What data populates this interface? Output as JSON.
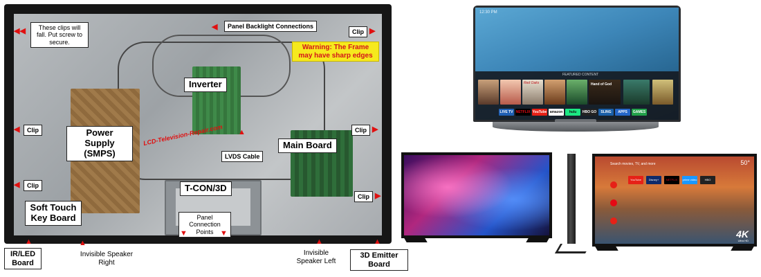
{
  "tv_back": {
    "labels": {
      "clips_fall": "These clips will fall. Put screw to secure.",
      "panel_backlight": "Panel Backlight Connections",
      "clip": "Clip",
      "warning": "Warning: The Frame may have sharp edges",
      "inverter": "Inverter",
      "power_supply": "Power Supply (SMPS)",
      "watermark": "LCD-Television-Repair.com",
      "lvds": "LVDS Cable",
      "main_board": "Main Board",
      "tcon": "T-CON/3D",
      "panel_points": "Panel Connection Points",
      "soft_touch": "Soft Touch Key Board",
      "ir_led": "IR/LED Board",
      "speaker_right": "Invisible Speaker Right",
      "speaker_left": "Invisible Speaker Left",
      "emitter": "3D Emitter Board"
    },
    "colors": {
      "arrow": "#e01010",
      "warning_bg": "#f6e91e",
      "warning_text": "#d4141a"
    }
  },
  "curved_tv": {
    "time": "12:30 PM",
    "caption": "FEATURED CONTENT",
    "thumbnails": [
      "Red Oaks",
      "Hand of God"
    ],
    "apps": [
      "LIVE TV",
      "NETFLIX",
      "YouTube",
      "amazon",
      "hulu",
      "HBO GO",
      "SLING",
      "APPS",
      "GAMES"
    ]
  },
  "android_tv": {
    "search_hint": "Search movies, TV, and more",
    "temperature": "50°",
    "apps": [
      "YouTube",
      "Disney+",
      "NETFLIX",
      "prime video",
      "HBO"
    ],
    "badge": "4K",
    "badge_sub": "Ultra HD"
  }
}
